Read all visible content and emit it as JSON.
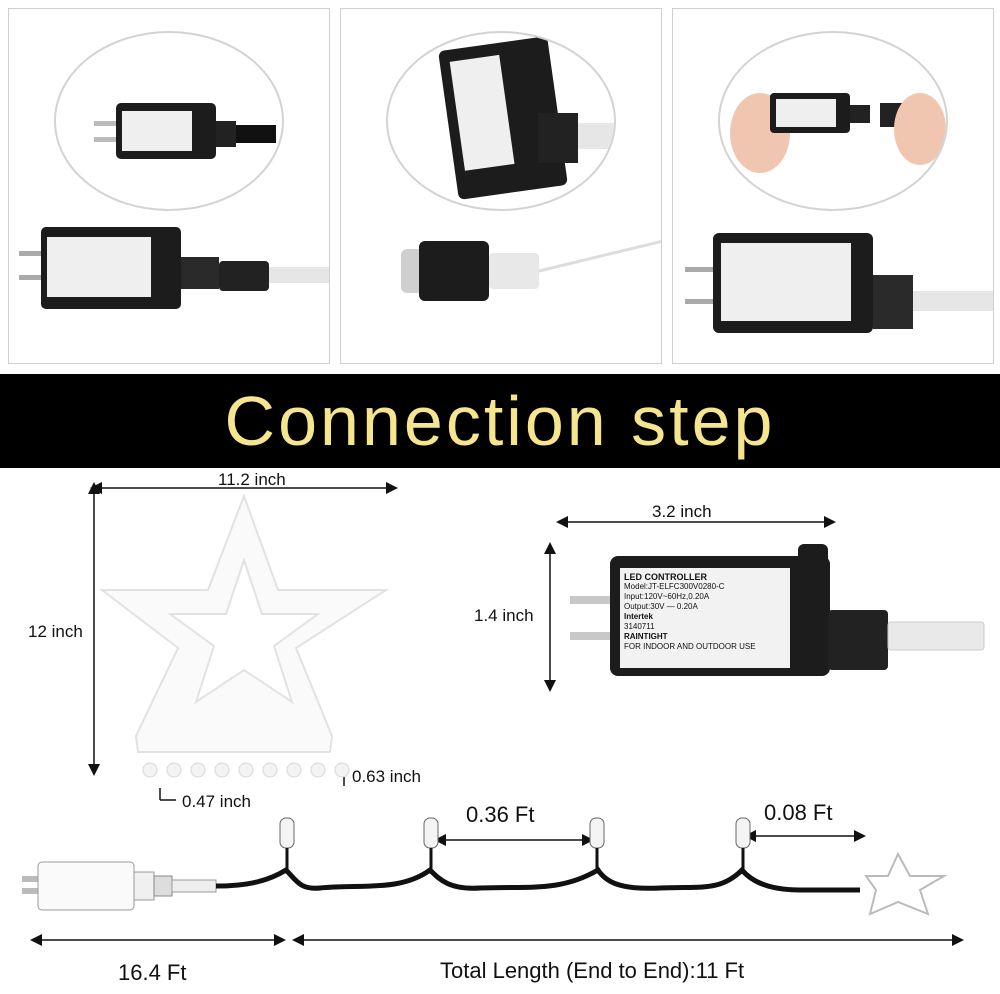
{
  "banner": {
    "title": "Connection step"
  },
  "star": {
    "width_label": "11.2 inch",
    "height_label": "12 inch",
    "bulb_height_label": "0.63 inch",
    "bulb_gap_label": "0.47 inch"
  },
  "adapter": {
    "width_label": "3.2 inch",
    "height_label": "1.4 inch",
    "brand": "LED CONTROLLER",
    "model_line": "Model:JT-ELFC300V0280-C",
    "input_line": "Input:120V~60Hz,0.20A",
    "output_line": "Output:30V — 0.20A",
    "cert": "Intertek",
    "cert_no": "3140711",
    "rain": "RAINTIGHT",
    "use_line": "FOR INDOOR AND OUTDOOR USE"
  },
  "string": {
    "spacing_label": "0.36 Ft",
    "end_label": "0.08 Ft",
    "lead_label": "16.4 Ft",
    "total_label": "Total Length (End to End):11 Ft"
  },
  "colors": {
    "banner_bg": "#000000",
    "banner_text": "#f6e58f",
    "adapter_body": "#1c1c1c"
  }
}
